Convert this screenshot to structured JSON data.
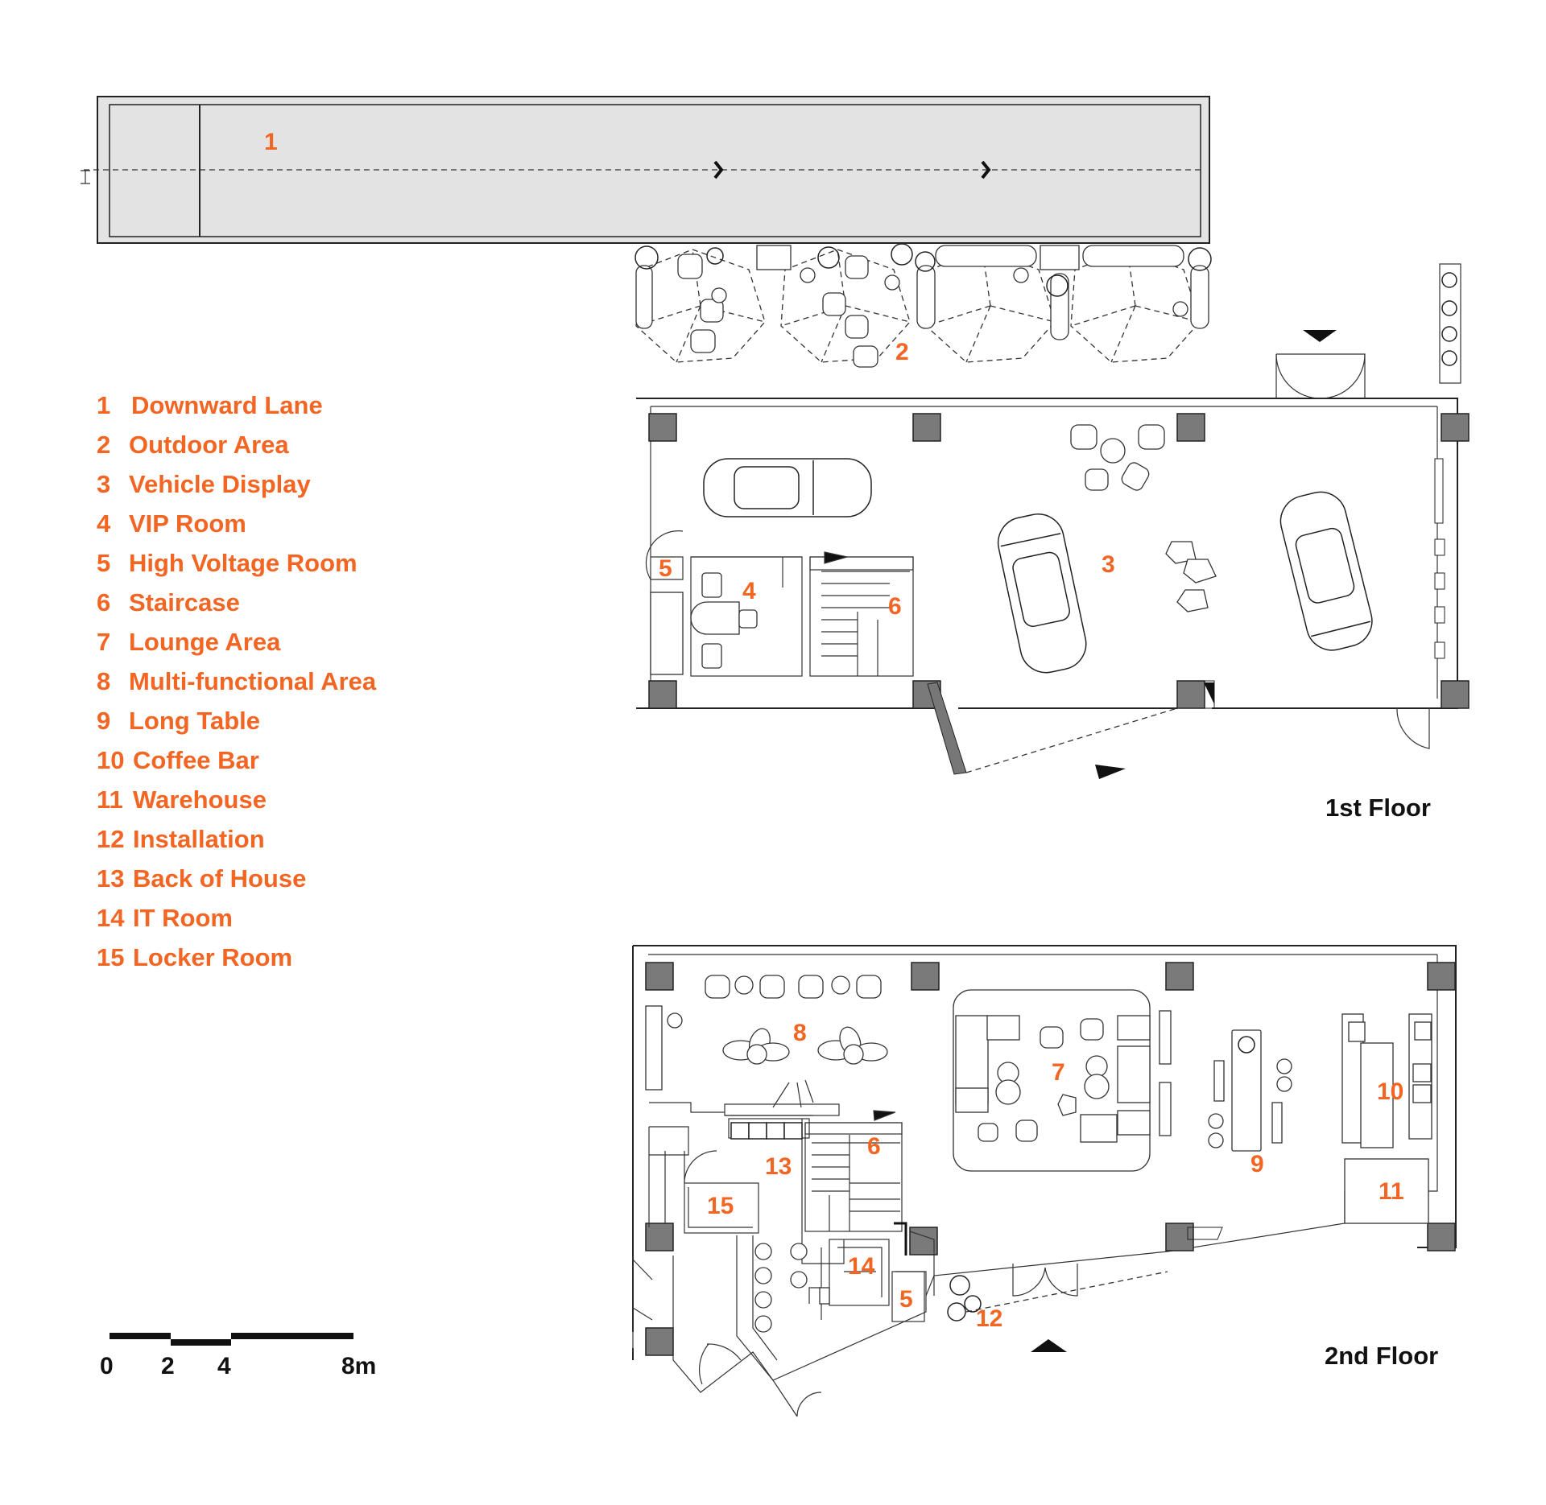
{
  "legend": [
    {
      "num": "1",
      "label": "Downward Lane"
    },
    {
      "num": "2",
      "label": "Outdoor Area"
    },
    {
      "num": "3",
      "label": "Vehicle Display"
    },
    {
      "num": "4",
      "label": "VIP Room"
    },
    {
      "num": "5",
      "label": "High Voltage Room"
    },
    {
      "num": "6",
      "label": "Staircase"
    },
    {
      "num": "7",
      "label": "Lounge Area"
    },
    {
      "num": "8",
      "label": "Multi-functional Area"
    },
    {
      "num": "9",
      "label": "Long Table"
    },
    {
      "num": "10",
      "label": "Coffee Bar"
    },
    {
      "num": "11",
      "label": "Warehouse"
    },
    {
      "num": "12",
      "label": "Installation"
    },
    {
      "num": "13",
      "label": "Back of House"
    },
    {
      "num": "14",
      "label": "IT Room"
    },
    {
      "num": "15",
      "label": "Locker Room"
    }
  ],
  "floors": {
    "first": "1st Floor",
    "second": "2nd Floor"
  },
  "scale": {
    "ticks": [
      "0",
      "2",
      "4",
      "8m"
    ]
  },
  "room_labels": {
    "lane": "1",
    "outdoor": "2",
    "vehicle": "3",
    "vip": "4",
    "hv1": "5",
    "stair1": "6",
    "lounge": "7",
    "multi": "8",
    "table": "9",
    "coffee": "10",
    "warehouse": "11",
    "install": "12",
    "boh": "13",
    "it": "14",
    "hv2": "5",
    "stair2": "6",
    "locker": "15"
  },
  "colors": {
    "accent": "#f26522",
    "lane_fill": "#e3e3e3",
    "column": "#7a7a7a"
  }
}
